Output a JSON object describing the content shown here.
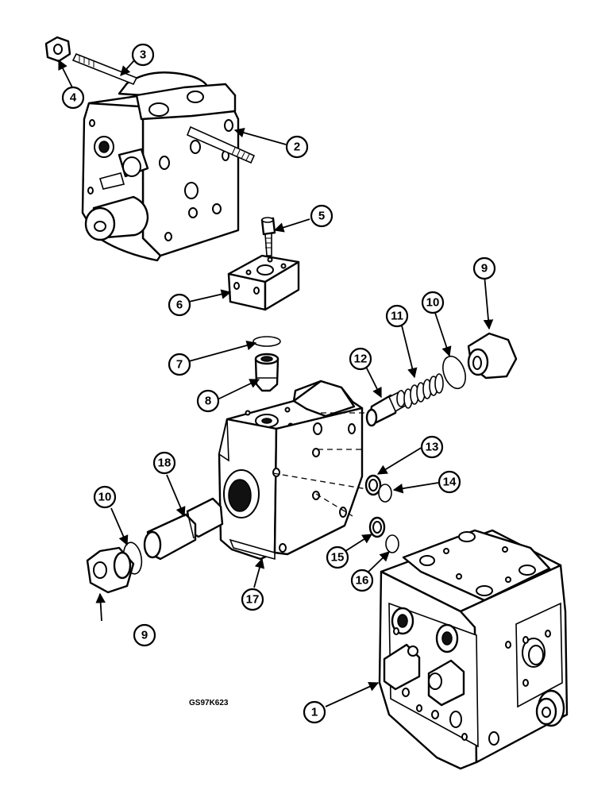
{
  "drawing_code": "GS97K623",
  "callouts": [
    "1",
    "2",
    "3",
    "4",
    "5",
    "6",
    "7",
    "8",
    "9",
    "10",
    "11",
    "12",
    "13",
    "14",
    "15",
    "16",
    "17",
    "18",
    "10",
    "9"
  ]
}
